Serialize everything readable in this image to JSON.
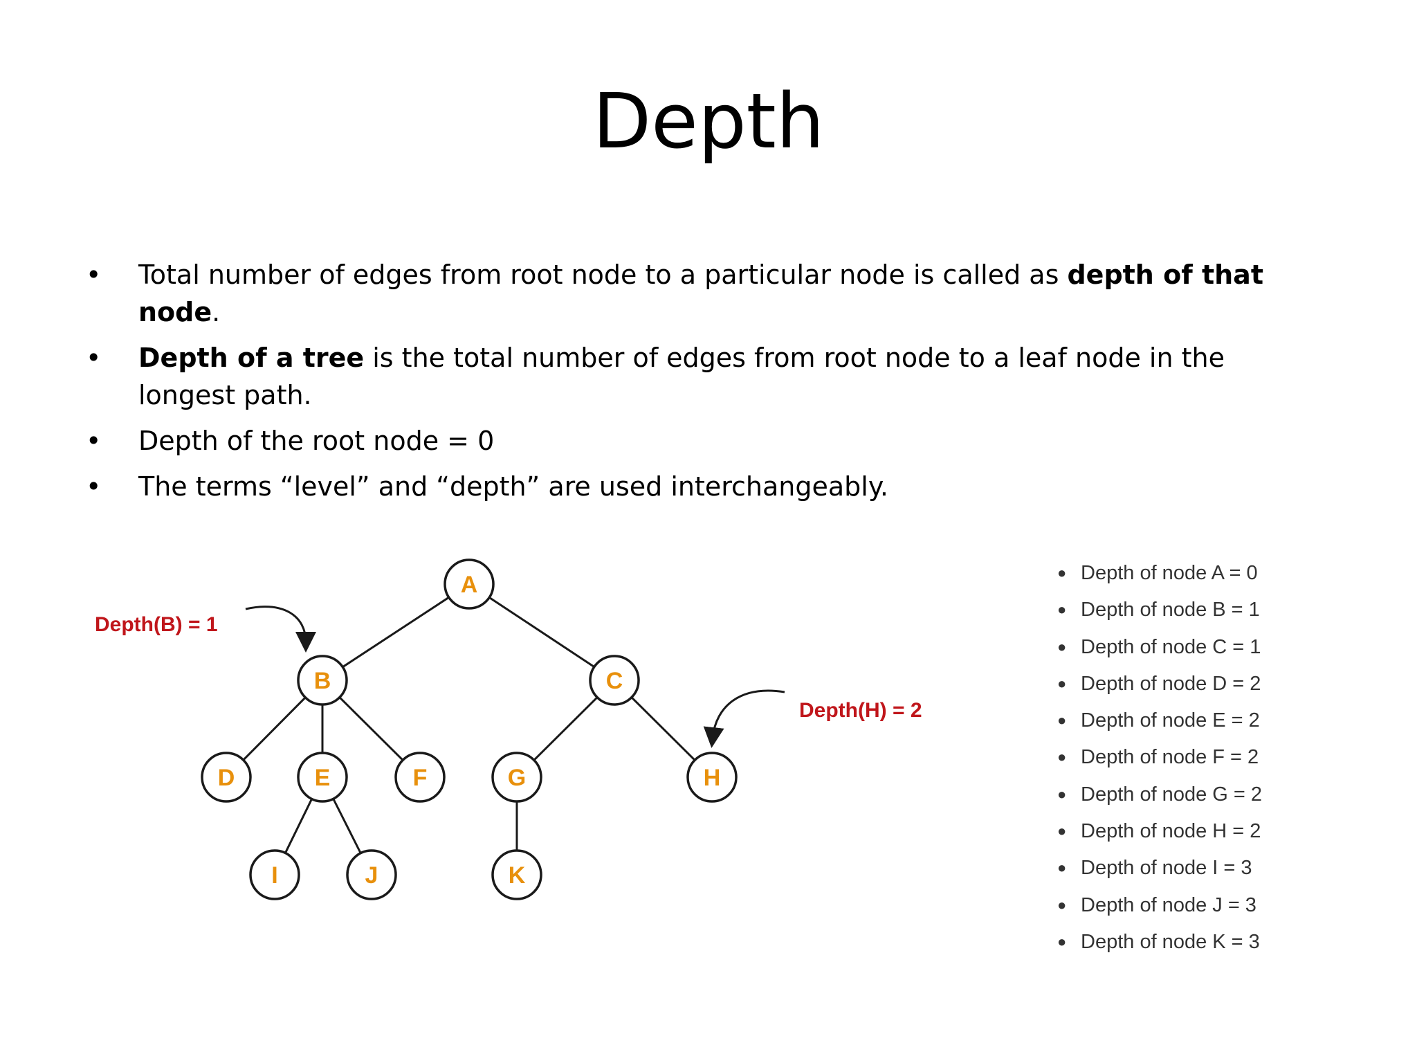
{
  "title": "Depth",
  "bullets": [
    {
      "parts": [
        {
          "text": "Total number of edges from root node to a particular node is called as ",
          "bold": false
        },
        {
          "text": "depth of that node",
          "bold": true
        },
        {
          "text": ".",
          "bold": false
        }
      ]
    },
    {
      "parts": [
        {
          "text": "Depth of a tree",
          "bold": true
        },
        {
          "text": " is the total number of edges from root node to a leaf node in the longest path.",
          "bold": false
        }
      ]
    },
    {
      "parts": [
        {
          "text": "Depth of the root node = 0",
          "bold": false
        }
      ]
    },
    {
      "parts": [
        {
          "text": "The terms “level” and “depth” are used interchangeably.",
          "bold": false
        }
      ]
    }
  ],
  "tree": {
    "nodes": [
      "A",
      "B",
      "C",
      "D",
      "E",
      "F",
      "G",
      "H",
      "I",
      "J",
      "K"
    ],
    "edges": [
      [
        "A",
        "B"
      ],
      [
        "A",
        "C"
      ],
      [
        "B",
        "D"
      ],
      [
        "B",
        "E"
      ],
      [
        "B",
        "F"
      ],
      [
        "C",
        "G"
      ],
      [
        "C",
        "H"
      ],
      [
        "E",
        "I"
      ],
      [
        "E",
        "J"
      ],
      [
        "G",
        "K"
      ]
    ],
    "annotations": [
      {
        "text": "Depth(B) = 1",
        "target": "B"
      },
      {
        "text": "Depth(H) = 2",
        "target": "H"
      }
    ],
    "colors": {
      "node_label": "#e8900c",
      "annotation": "#c0161b",
      "stroke": "#1a1a1a"
    }
  },
  "depth_list": [
    "Depth of node A = 0",
    "Depth of node B = 1",
    "Depth of node C = 1",
    "Depth of node D = 2",
    "Depth of node E = 2",
    "Depth of node F = 2",
    "Depth of node G = 2",
    "Depth of node H = 2",
    "Depth of node I = 3",
    "Depth of node J = 3",
    "Depth of node K = 3"
  ]
}
